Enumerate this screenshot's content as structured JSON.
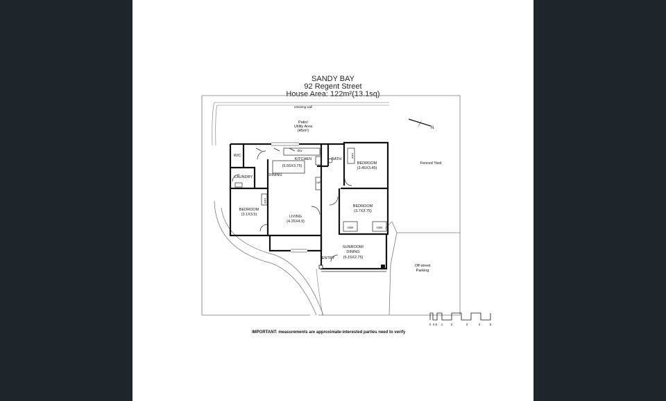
{
  "header": {
    "line1": "SANDY BAY",
    "line2": "92 Regent Street",
    "line3": "House Area: 122m²(13.1sq)"
  },
  "labels": {
    "retaining_wall": "retaining wall",
    "patio": "Patio/",
    "patio2": "Utility Area",
    "patio3": "(45m²)",
    "wc": "W/C",
    "laundry": "LAUNDRY",
    "kitchen": "KITCHEN",
    "kitchen_dim": "(5.55X3.75)",
    "dw": "d/w",
    "ref": "ref",
    "dining": "DINING",
    "bath": "BATH",
    "bed1": "BEDROOM",
    "bed1_dim": "(3.45X3.45)",
    "bed2": "BEDROOM",
    "bed2_dim": "(3.7X3.75)",
    "bed3": "BEDROOM",
    "bed3_dim": "(3.1X3.5)",
    "living": "LIVING",
    "living_dim": "(4.25X4.9)",
    "sunroom": "SUNROOM/",
    "sunroom2": "DINING",
    "sunroom_dim": "(5.15X2.75)",
    "entry": "ENTRY",
    "robe1": "robe",
    "robe2": "robe",
    "robe3": "robe",
    "robe4": "robe",
    "fenced_yard": "Fenced Yard",
    "offstreet1": "Off-street",
    "offstreet2": "Parking",
    "north": "N"
  },
  "scale_bar": {
    "ticks": [
      "0",
      "0.5",
      "1",
      "2",
      "3",
      "4",
      "5"
    ]
  },
  "footer": {
    "note": "IMPORTANT: measurements are approximate-interested parties need to verify"
  }
}
